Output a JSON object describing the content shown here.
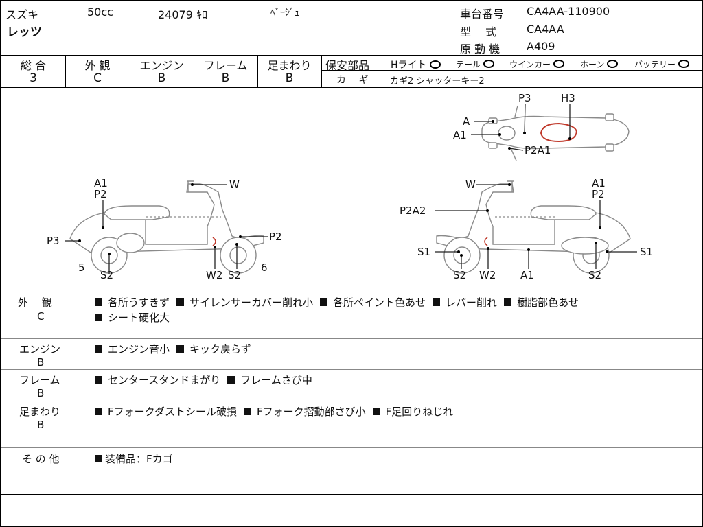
{
  "header": {
    "brand": "スズキ",
    "model_name": "レッツ",
    "displacement": "50cc",
    "mileage": "24079 ｷﾛ",
    "color": "ﾍﾞｰｼﾞｭ",
    "frame_label": "車台番号",
    "frame_value": "CA4AA-110900",
    "type_label": "型　 式",
    "type_value": "CA4AA",
    "engine_label": "原 動 機",
    "engine_value": "A409"
  },
  "scores": {
    "overall_label": "総 合",
    "overall": "3",
    "exterior_label": "外 観",
    "exterior": "C",
    "engine_label": "エンジン",
    "engine": "B",
    "frame_label": "フレーム",
    "frame": "B",
    "suspension_label": "足まわり",
    "suspension": "B"
  },
  "safety": {
    "label": "保安部品",
    "items": [
      "Hライト",
      "テール",
      "ウインカー",
      "ホーン",
      "バッテリー"
    ],
    "key_label": "カ　 ギ",
    "key_value": "カギ2 シャッターキー2"
  },
  "diagram_labels": {
    "top": [
      "P3",
      "H3",
      "A",
      "A1",
      "P2A1"
    ],
    "left": [
      "A1",
      "P2",
      "W",
      "P3",
      "P2",
      "5",
      "S2",
      "W2",
      "S2",
      "6"
    ],
    "right": [
      "W",
      "A1",
      "P2",
      "P2A2",
      "S1",
      "S1",
      "S2",
      "W2",
      "A1",
      "S2"
    ]
  },
  "remarks": [
    {
      "label": "外　 観",
      "grade": "C",
      "lines": [
        [
          "各所うすきず",
          "サイレンサーカバー削れ小",
          "各所ペイント色あせ",
          "レバー削れ",
          "樹脂部色あせ"
        ],
        [
          "シート硬化大"
        ]
      ]
    },
    {
      "label": "エンジン",
      "grade": "B",
      "lines": [
        [
          "エンジン音小",
          "キック戻らず"
        ]
      ]
    },
    {
      "label": "フレーム",
      "grade": "B",
      "lines": [
        [
          "センタースタンドまがり",
          "フレームさび中"
        ]
      ]
    },
    {
      "label": "足まわり",
      "grade": "B",
      "lines": [
        [
          "Fフォークダストシール破損",
          "Fフォーク摺動部さび小",
          "F足回りねじれ"
        ]
      ]
    },
    {
      "label": "そ の 他",
      "grade": "",
      "lines": [
        [
          "装備品：Fカゴ"
        ]
      ]
    }
  ],
  "colors": {
    "damage_mark": "#c0392b",
    "motorcycle_outline": "#8a8a8a"
  }
}
